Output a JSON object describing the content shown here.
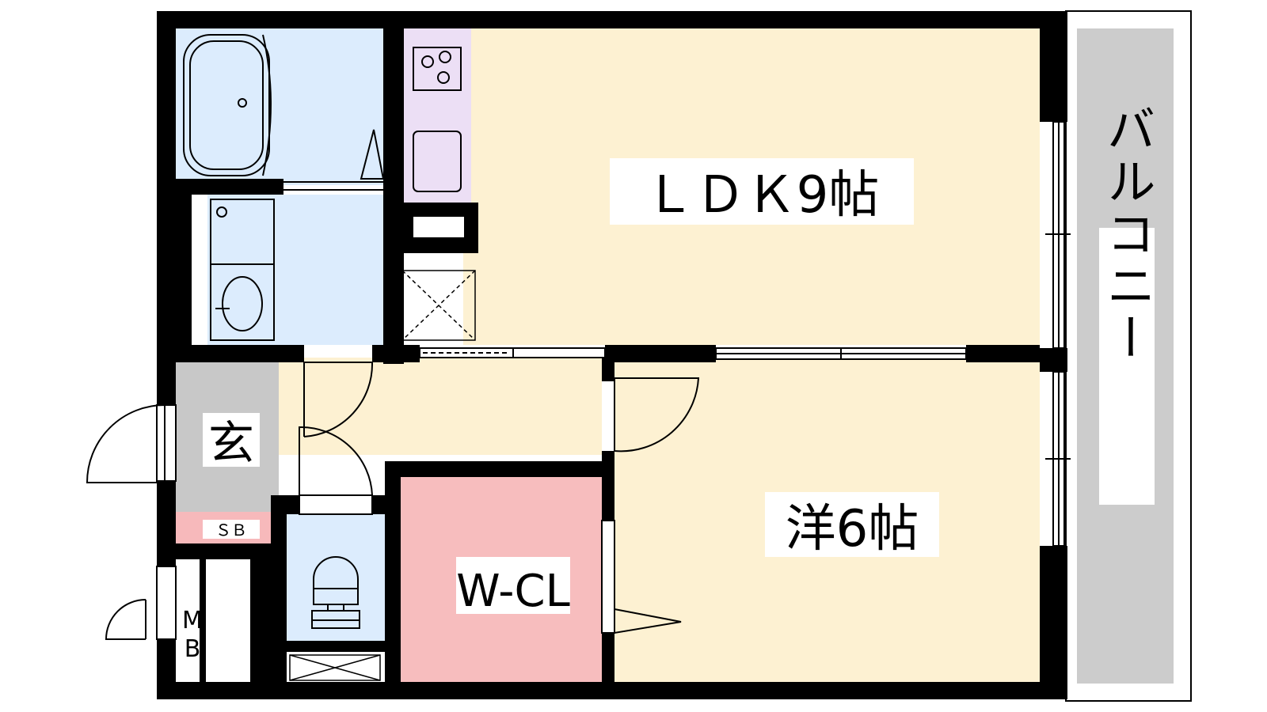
{
  "rooms": {
    "ldk": "ＬＤＫ9帖",
    "western": "洋6帖",
    "wcl": "W-CL",
    "entrance": "玄",
    "shoe_box": "ＳＢ",
    "mb_top": "M",
    "mb_bottom": "B",
    "balcony": "バルコニー"
  },
  "colors": {
    "wall": "#000000",
    "ldk_floor": "#fdf1d2",
    "wet_area": "#dcecfd",
    "kitchen": "#ecdff5",
    "entrance": "#c8c8c8",
    "shoe_box": "#f7b9bb",
    "closet": "#f7bdbe",
    "balcony": "#cccccc"
  }
}
